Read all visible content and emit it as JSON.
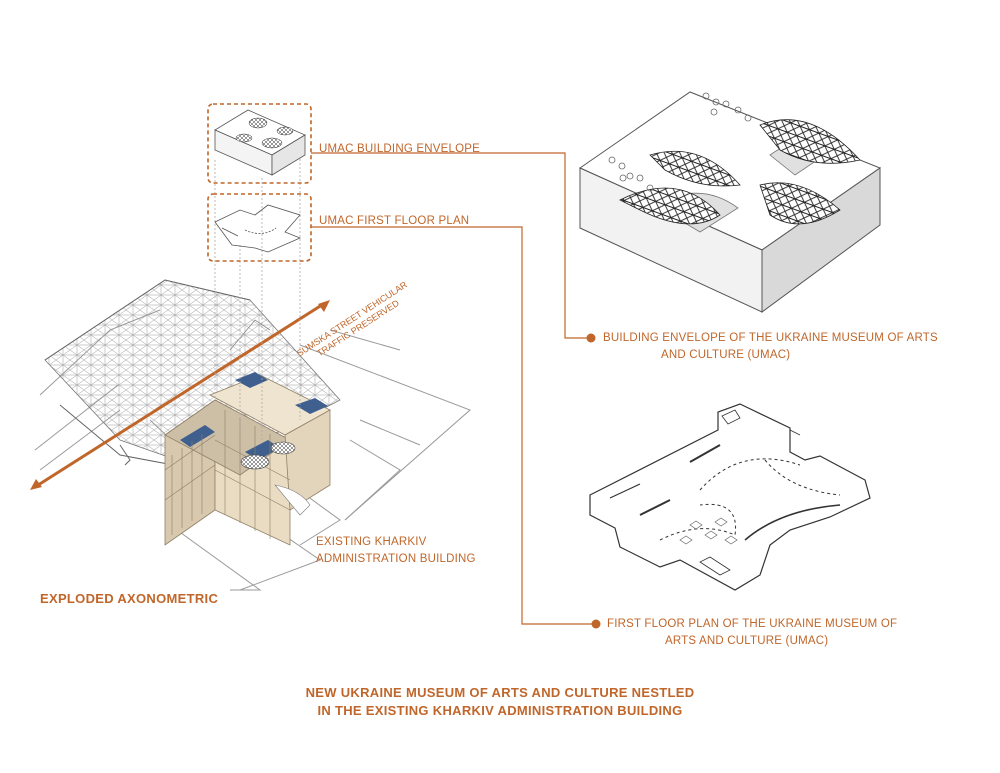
{
  "labels": {
    "envelope_callout": "UMAC BUILDING ENVELOPE",
    "floorplan_callout": "UMAC FIRST FLOOR PLAN",
    "street_line1": "SUMSKA STREET VEHICULAR",
    "street_line2": "TRAFFIC PRESERVED",
    "existing_line1": "EXISTING KHARKIV",
    "existing_line2": "ADMINISTRATION BUILDING",
    "exploded": "EXPLODED AXONOMETRIC",
    "envelope_desc_line1": "BUILDING ENVELOPE OF THE UKRAINE MUSEUM OF ARTS",
    "envelope_desc_line2": "AND CULTURE (UMAC)",
    "floor_desc_line1": "FIRST FLOOR PLAN OF THE UKRAINE MUSEUM OF",
    "floor_desc_line2": "ARTS AND CULTURE (UMAC)",
    "title_line1": "NEW UKRAINE MUSEUM OF ARTS AND CULTURE NESTLED",
    "title_line2": "IN THE EXISTING KHARKIV ADMINISTRATION BUILDING"
  },
  "colors": {
    "accent": "#c0662a",
    "line": "#8a8a8a",
    "building_cream": "#e9dcc3",
    "roof_blue": "#3f5f8f"
  }
}
